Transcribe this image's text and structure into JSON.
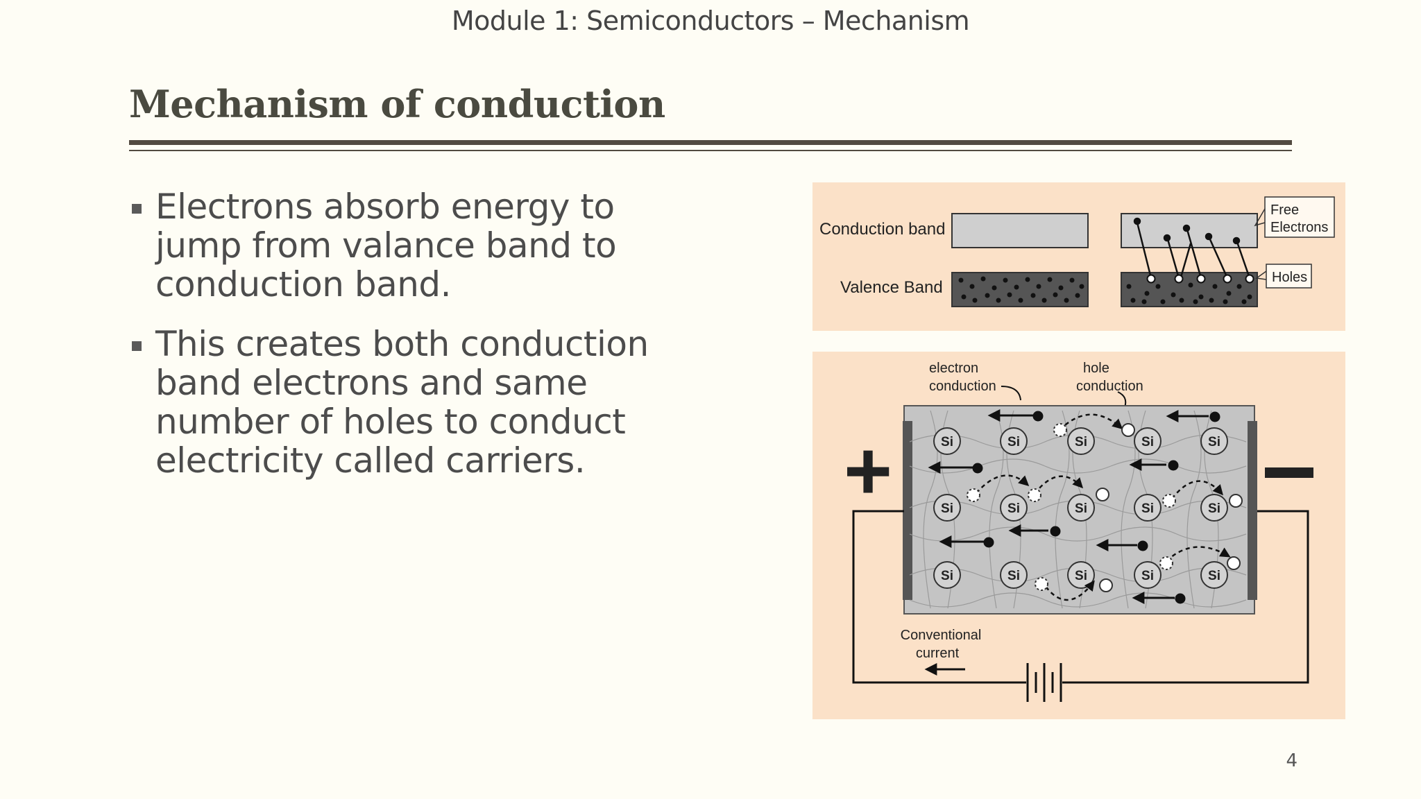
{
  "header": {
    "text": "Module 1: Semiconductors –  Mechanism"
  },
  "title": "Mechanism of conduction",
  "bullets": [
    {
      "text": "Electrons absorb energy to jump from valance band to conduction band."
    },
    {
      "text": "This creates both conduction band electrons and same number of holes to conduct electricity called carriers."
    }
  ],
  "band_figure": {
    "conduction_label": "Conduction band",
    "valence_label": "Valence Band",
    "free_electrons_label_1": "Free",
    "free_electrons_label_2": "Electrons",
    "holes_label": "Holes",
    "colors": {
      "background": "#fbe1c8",
      "band_fill": "#cfcfcf",
      "valence_fill": "#555555"
    }
  },
  "lattice_figure": {
    "electron_label_1": "electron",
    "electron_label_2": "conduction",
    "hole_label_1": "hole",
    "hole_label_2": "conduction",
    "atom_label": "Si",
    "plus_sign": "+",
    "minus_sign": "−",
    "current_label_1": "Conventional",
    "current_label_2": "current"
  },
  "page_number": "4"
}
